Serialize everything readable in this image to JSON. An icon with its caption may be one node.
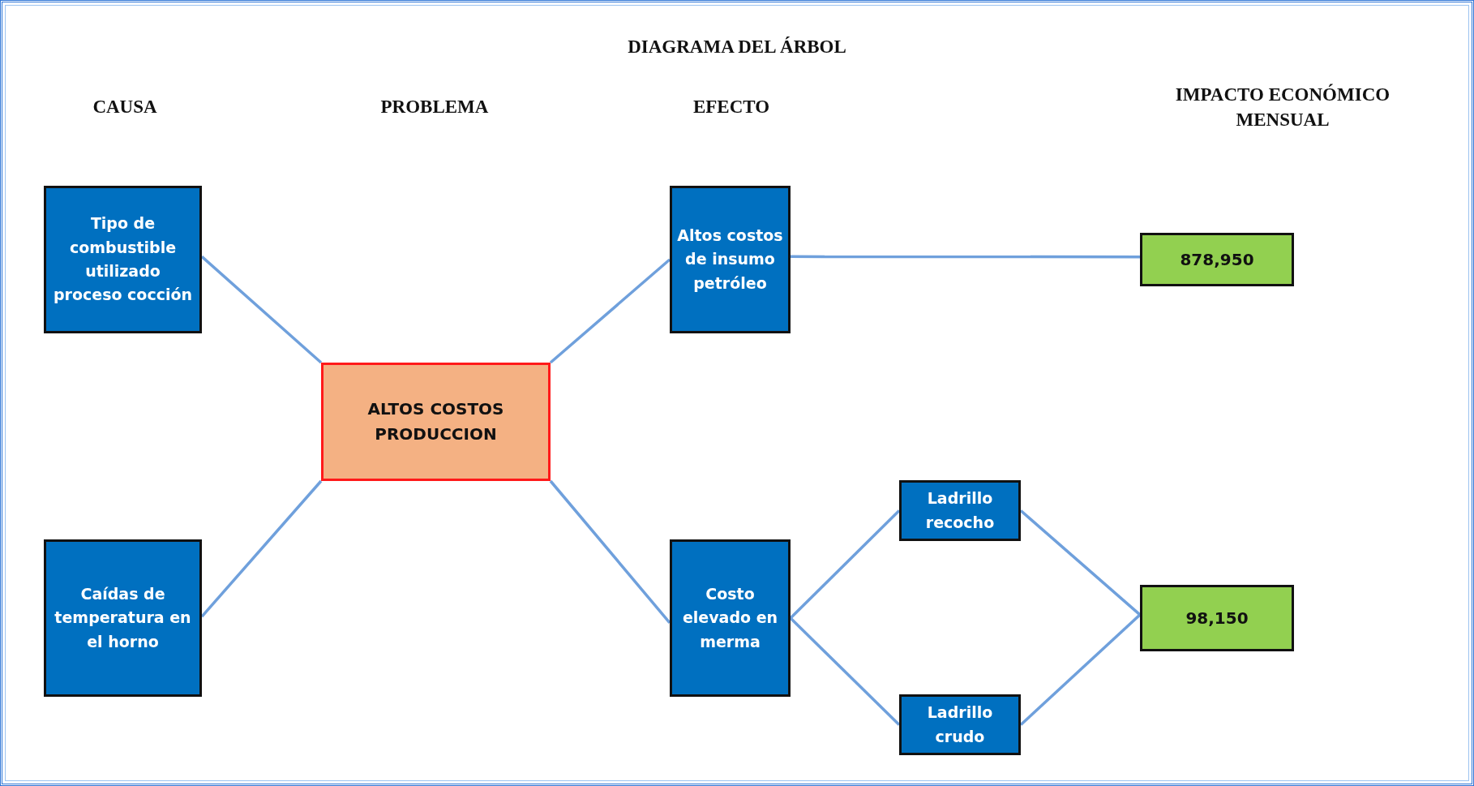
{
  "diagram": {
    "title": "DIAGRAMA DEL ÁRBOL",
    "nodes": [
      {
        "text": [
          "Tipo de combustible utilizado proceso cocción"
        ]
      },
      {
        "text": [
          "Caídas de temperatura en el horno"
        ]
      },
      {
        "text": [
          "ALTOS COSTOS PRODUCCION"
        ]
      },
      {
        "text": [
          "Altos costos de insumo petróleo"
        ]
      },
      {
        "text": [
          "Costo elevado en merma"
        ]
      },
      {
        "text": [
          "Ladrillo recocho"
        ]
      },
      {
        "text": [
          "Ladrillo crudo"
        ]
      },
      {
        "text": [
          "878,950"
        ]
      },
      {
        "text": [
          "98,150"
        ]
      }
    ],
    "edges": [
      {
        "from": 0,
        "to": 2,
        "arrow": "none"
      },
      {
        "from": 1,
        "to": 2,
        "arrow": "none"
      },
      {
        "from": 2,
        "to": 3,
        "arrow": "none"
      },
      {
        "from": 2,
        "to": 4,
        "arrow": "none"
      },
      {
        "from": 3,
        "to": 7,
        "arrow": "none"
      },
      {
        "from": 4,
        "to": 5,
        "arrow": "none"
      },
      {
        "from": 4,
        "to": 6,
        "arrow": "none"
      },
      {
        "from": 5,
        "to": 8,
        "arrow": "none"
      },
      {
        "from": 6,
        "to": 8,
        "arrow": "none"
      }
    ],
    "labels": [
      "CAUSA",
      "PROBLEMA",
      "EFECTO",
      "IMPACTO ECONÓMICO MENSUAL"
    ]
  }
}
